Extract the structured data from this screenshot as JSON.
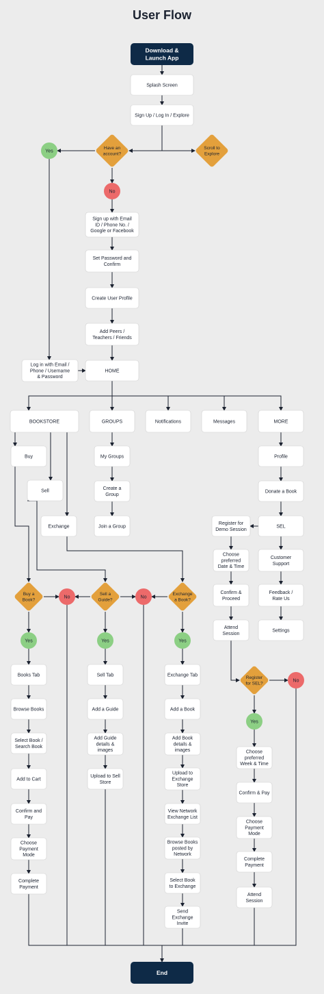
{
  "title": "User Flow",
  "colors": {
    "background": "#ececec",
    "box_fill": "#ffffff",
    "box_stroke": "#cfcfcf",
    "dark_fill": "#0e2a47",
    "decision_fill": "#e3a03c",
    "yes_fill": "#8ccf84",
    "no_fill": "#ec6a6a",
    "line": "#1b2230"
  },
  "nodes": {
    "download": "Download &\nLaunch App",
    "splash": "Splash Screen",
    "signup_login": "Sign Up / Log In / Explore",
    "have_account": "Have an\naccount?",
    "scroll_explore": "Scroll to\nExplore",
    "yes_top": "Yes",
    "no_top": "No",
    "signup_email": "Sign up with Email\nID / Phone No. /\nGoogle or Facebook",
    "set_password": "Set Password and\nConfirm",
    "create_profile": "Create User Profile",
    "add_peers": "Add Peers /\nTeachers / Friends",
    "login_email": "Log in with Email /\nPhone / Username\n& Password",
    "home": "HOME",
    "bookstore": "BOOKSTORE",
    "groups": "GROUPS",
    "notifications": "Notifications",
    "messages": "Messages",
    "more": "MORE",
    "buy": "Buy",
    "sell": "Sell",
    "exchange": "Exchange",
    "my_groups": "My Groups",
    "create_group": "Create a\nGroup",
    "join_group": "Join a Group",
    "profile": "Profile",
    "donate": "Donate a Book",
    "sel": "SEL",
    "register_demo": "Register for\nDemo Session",
    "customer_support": "Customer\nSupport",
    "feedback": "Feedback /\nRate Us",
    "settings": "Settings",
    "choose_date": "Choose\npreferred\nDate & Time",
    "confirm_proceed": "Confirm &\nProceed",
    "attend_session_1": "Attend\nSession",
    "buy_book_q": "Buy a\nBook?",
    "no_buy": "No",
    "sell_guide_q": "Sell a\nGuide?",
    "no_sell": "No",
    "exchange_book_q": "Exchange\na Book?",
    "yes_buy": "Yes",
    "yes_sell": "Yes",
    "yes_exchange": "Yes",
    "books_tab": "Books Tab",
    "browse_books": "Browse Books",
    "select_book": "Select Book /\nSearch Book",
    "add_cart": "Add to Cart",
    "confirm_pay": "Confirm and\nPay",
    "choose_payment_mode": "Choose\nPayment\nMode",
    "complete_payment_1": "Complete\nPayment",
    "sell_tab": "Sell Tab",
    "add_guide": "Add a Guide",
    "add_guide_details": "Add Guide\ndetails &\nimages",
    "upload_sell_store": "Upload to Sell\nStore",
    "exchange_tab": "Exchange Tab",
    "add_book": "Add a Book",
    "add_book_details": "Add Book\ndetails &\nimages",
    "upload_exchange_store": "Upload to\nExchange\nStore",
    "view_network": "View Network\nExchange List",
    "browse_network": "Browse Books\nposted by\nNetwork",
    "select_exchange": "Select Book\nto Exchange",
    "send_invite": "Send\nExchange\nInvite",
    "register_sel_q": "Register\nfor SEL?",
    "no_sel": "No",
    "yes_sel": "Yes",
    "choose_week": "Choose\npreferred\nWeek & Time",
    "confirm_pay_2": "Confirm & Pay",
    "choose_payment_2": "Choose\nPayment\nMode",
    "complete_payment_2": "Complete\nPayment",
    "attend_session_2": "Attend\nSession",
    "end": "End"
  }
}
